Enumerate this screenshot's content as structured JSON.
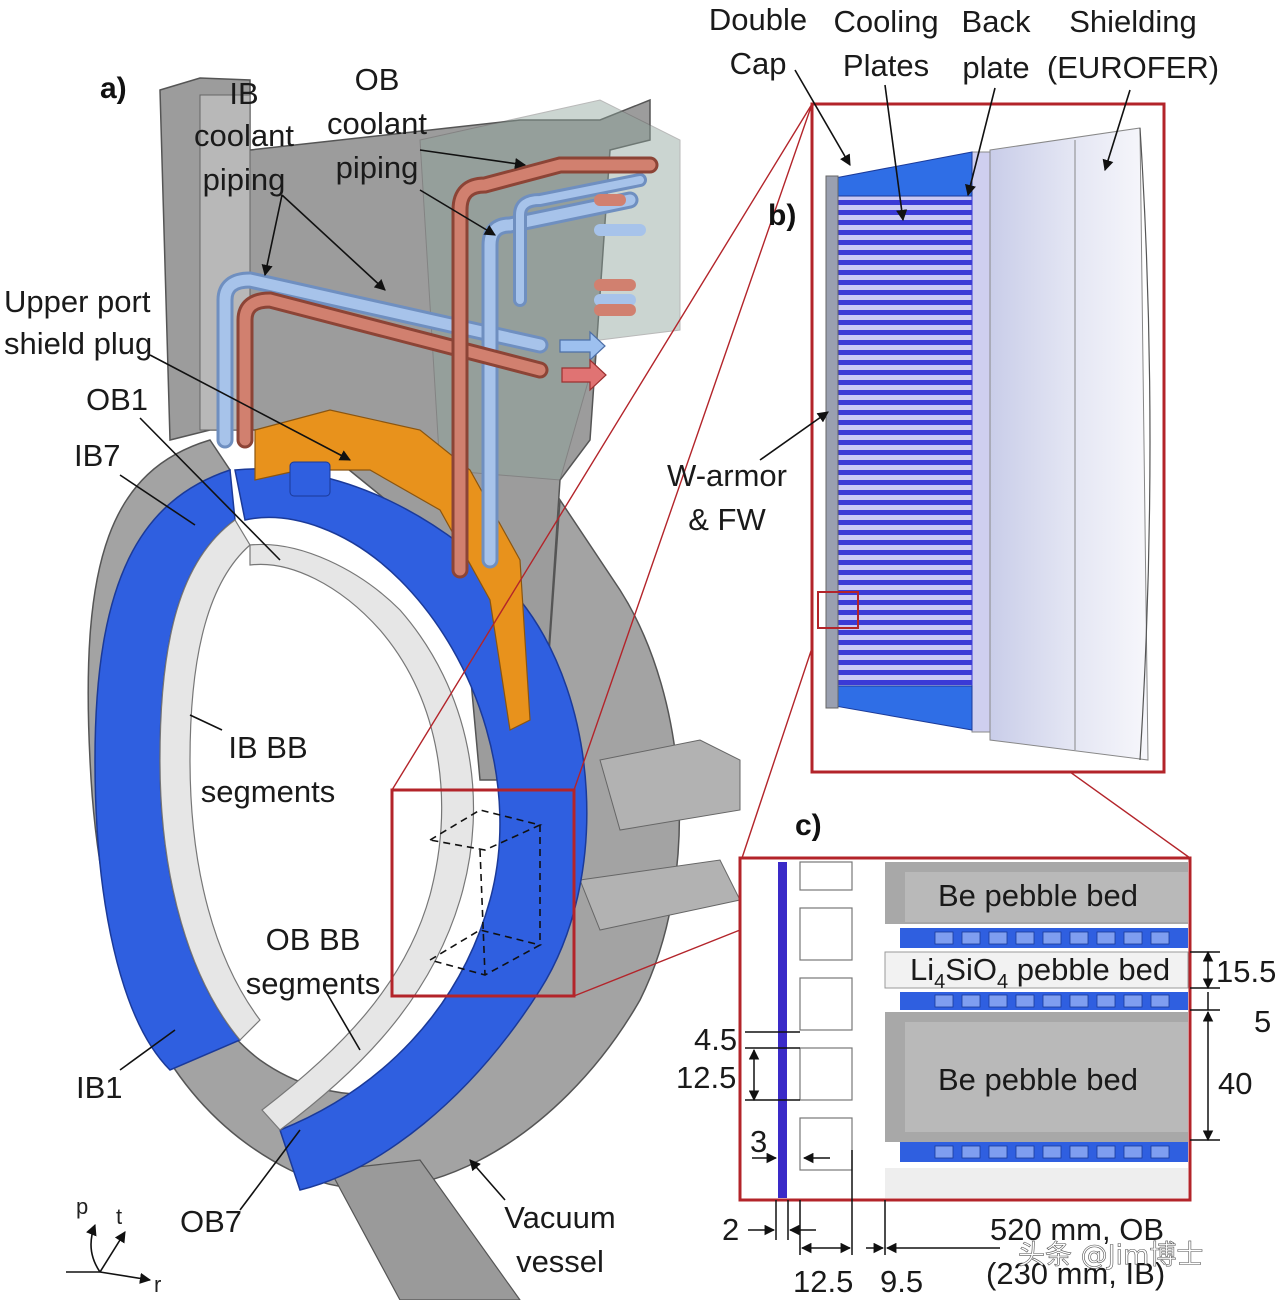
{
  "panels": {
    "a": "a)",
    "b": "b)",
    "c": "c)"
  },
  "labels": {
    "ib_coolant": [
      "IB",
      "coolant",
      "piping"
    ],
    "ob_coolant": [
      "OB",
      "coolant",
      "piping"
    ],
    "upper_port": [
      "Upper port",
      "shield plug"
    ],
    "ob1": "OB1",
    "ib7": "IB7",
    "ib_bb": [
      "IB BB",
      "segments"
    ],
    "ob_bb": [
      "OB BB",
      "segments"
    ],
    "ib1": "IB1",
    "ob7": "OB7",
    "vacuum_vessel": [
      "Vacuum",
      "vessel"
    ],
    "double_cap": [
      "Double",
      "Cap"
    ],
    "cooling_plates": [
      "Cooling",
      "Plates"
    ],
    "back_plate": [
      "Back",
      "plate"
    ],
    "shielding": [
      "Shielding",
      "(EUROFER)"
    ],
    "w_armor": [
      "W-armor",
      "& FW"
    ],
    "be_bed_top": "Be pebble bed",
    "li_bed_prefix": "Li",
    "li_bed_sub1": "4",
    "li_bed_mid": "SiO",
    "li_bed_sub2": "4",
    "li_bed_suffix": " pebble bed",
    "be_bed_bottom": "Be pebble bed"
  },
  "dimensions": {
    "d15_5": "15.5",
    "d5": "5",
    "d40": "40",
    "d4_5": "4.5",
    "d12_5_left": "12.5",
    "d3": "3",
    "d2": "2",
    "d12_5_bottom": "12.5",
    "d9_5": "9.5",
    "ob_length": "520 mm, OB",
    "ib_length": "(230 mm, IB)"
  },
  "axes": {
    "p": "p",
    "t": "t",
    "r": "r"
  },
  "watermark": "头条 @Jim博士",
  "colors": {
    "blanket_blue": "#2f5fe0",
    "first_wall_white": "#e6e6e6",
    "vessel_grey": "#a3a3a3",
    "shield_plug_orange": "#e8921c",
    "coolant_in": "#8fb1dd",
    "coolant_out": "#c46b5c",
    "highlight_red": "#b3242a",
    "cooling_plate_blue": "#3a3ad6"
  }
}
